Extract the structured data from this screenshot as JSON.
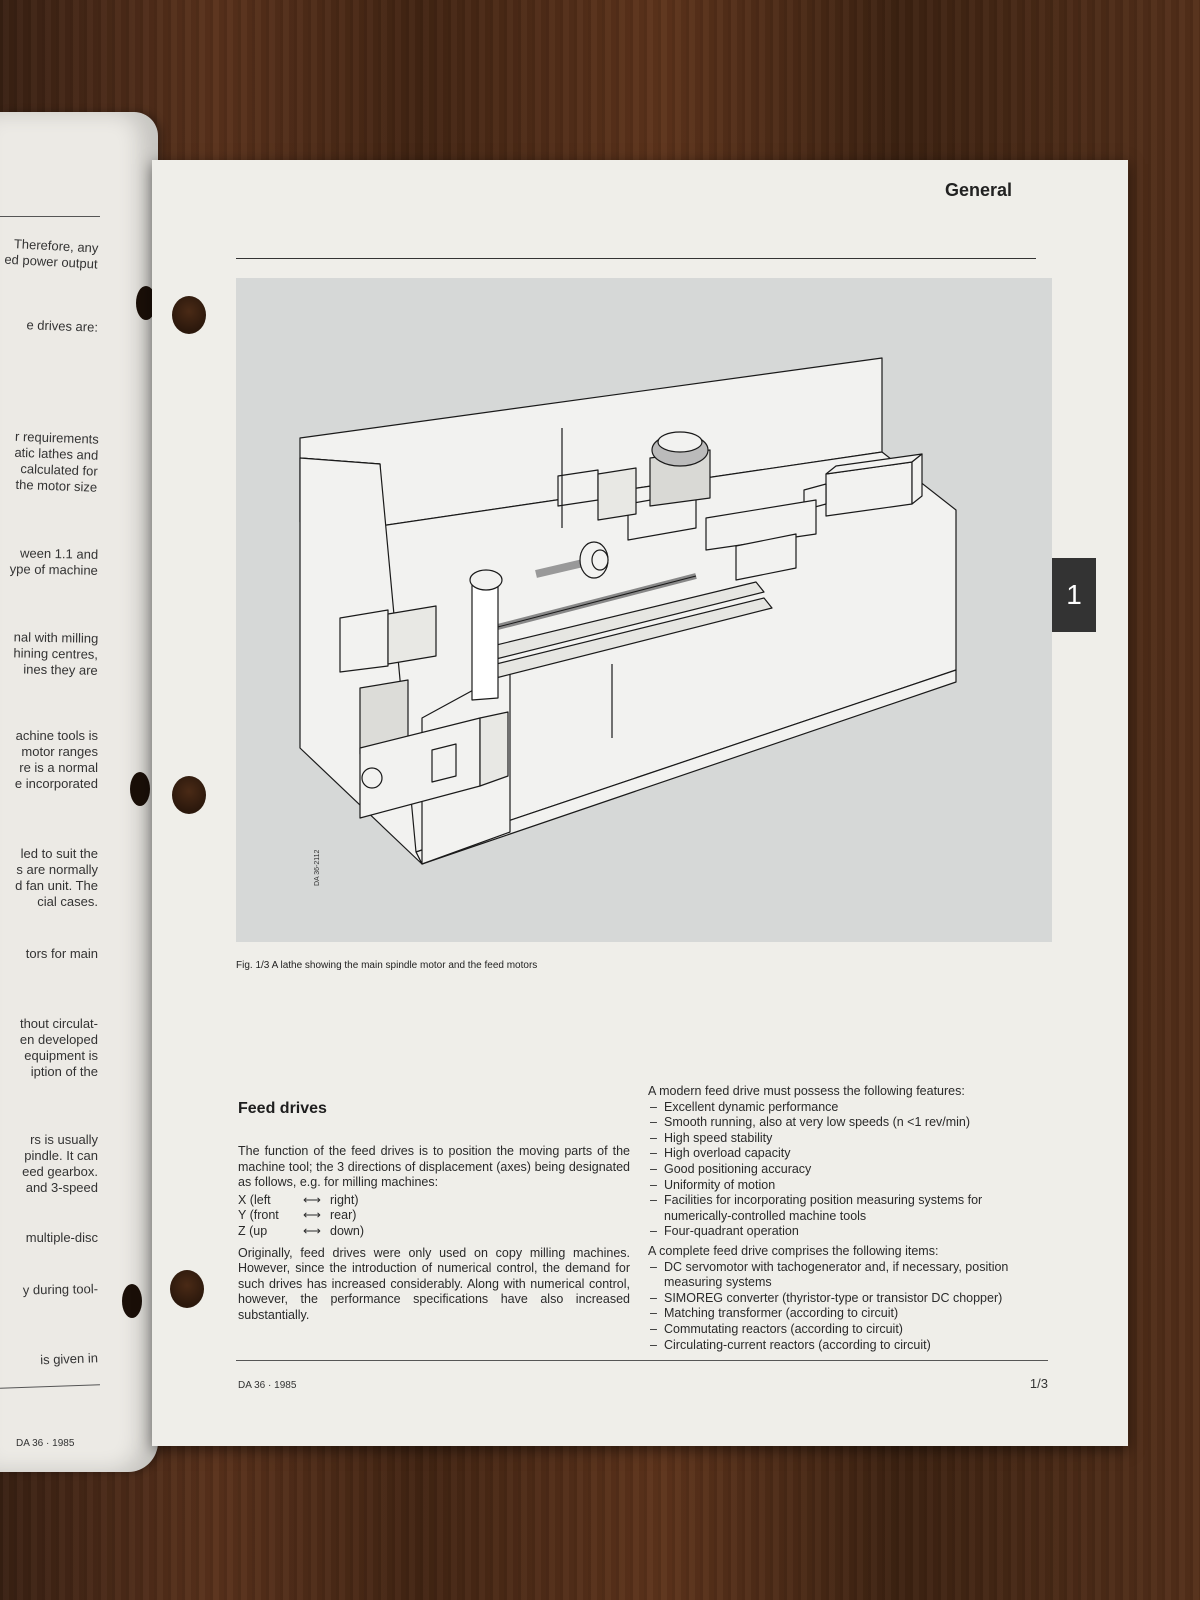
{
  "left_page": {
    "fragments": [
      "Therefore, any\ned power output",
      "e drives are:",
      "r requirements\natic lathes and\ncalculated for\nthe motor size",
      "ween 1.1 and\nype of machine",
      "nal with milling\nhining centres,\nines they are",
      "achine tools is\nmotor ranges\nre is a normal\ne incorporated",
      "led to suit the\ns are normally\nd fan unit. The\ncial cases.",
      "tors for main",
      "thout circulat-\nen developed\nequipment is\niption of the",
      "rs is usually\npindle. It can\need gearbox.\nand 3-speed",
      "multiple-disc",
      "y during tool-",
      "is given in"
    ],
    "footer": "DA 36 · 1985"
  },
  "header": {
    "section": "General",
    "chapter": "1"
  },
  "figure": {
    "id": "DA 36-2112",
    "caption": "Fig. 1/3  A lathe showing the main spindle motor and the feed motors"
  },
  "feed_drives": {
    "heading": "Feed drives",
    "p1": "The function of the feed drives is to position the moving parts of the machine tool; the 3 directions of displacement (axes) being designated as follows, e.g. for milling machines:",
    "axes": [
      {
        "a": "X (left",
        "arrow": "⟷",
        "b": "right)"
      },
      {
        "a": "Y (front",
        "arrow": "⟷",
        "b": "rear)"
      },
      {
        "a": "Z (up",
        "arrow": "⟷",
        "b": "down)"
      }
    ],
    "p2": "Originally, feed drives were only used on copy milling machines. However, since the introduction of numerical control, the demand for such drives has increased considerably. Along with numerical control, however, the performance specifications have also increased substantially."
  },
  "features": {
    "intro": "A modern feed drive must possess the following features:",
    "items": [
      "Excellent dynamic performance",
      "Smooth running, also at very low speeds (n <1 rev/min)",
      "High speed stability",
      "High overload capacity",
      "Good positioning accuracy",
      "Uniformity of motion",
      "Facilities for incorporating position measuring systems for numerically-controlled machine tools",
      "Four-quadrant operation"
    ],
    "intro2": "A complete feed drive comprises the following items:",
    "items2": [
      "DC servomotor with tachogenerator and, if necessary, position measuring systems",
      "SIMOREG converter (thyristor-type or transistor DC chopper)",
      "Matching transformer (according to circuit)",
      "Commutating reactors (according to circuit)",
      "Circulating-current reactors (according to circuit)"
    ]
  },
  "footer": {
    "left": "DA 36 · 1985",
    "right": "1/3"
  }
}
